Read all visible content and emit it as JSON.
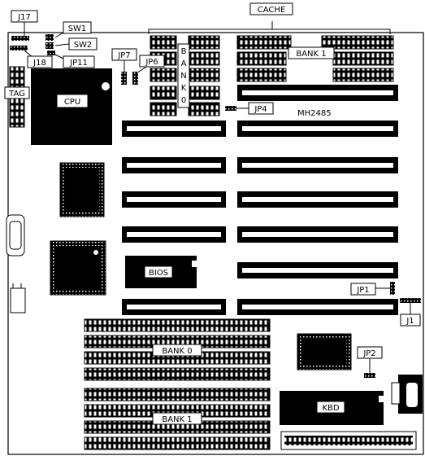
{
  "model": "MH2485",
  "labels": {
    "cache": "CACHE",
    "bank1_cache": "BANK 1",
    "bank0_cache_letters": [
      "B",
      "A",
      "N",
      "K",
      "0"
    ],
    "cpu": "CPU",
    "tag": "TAG",
    "bios": "BIOS",
    "kbd": "KBD",
    "simm_bank0": "BANK 0",
    "simm_bank1": "BANK 1"
  },
  "jumpers": {
    "j17": "J17",
    "j18": "J18",
    "sw1": "SW1",
    "sw2": "SW2",
    "jp11": "JP11",
    "jp7": "JP7",
    "jp6": "JP6",
    "jp4": "JP4",
    "jp1": "JP1",
    "j1": "J1",
    "jp2": "JP2"
  }
}
